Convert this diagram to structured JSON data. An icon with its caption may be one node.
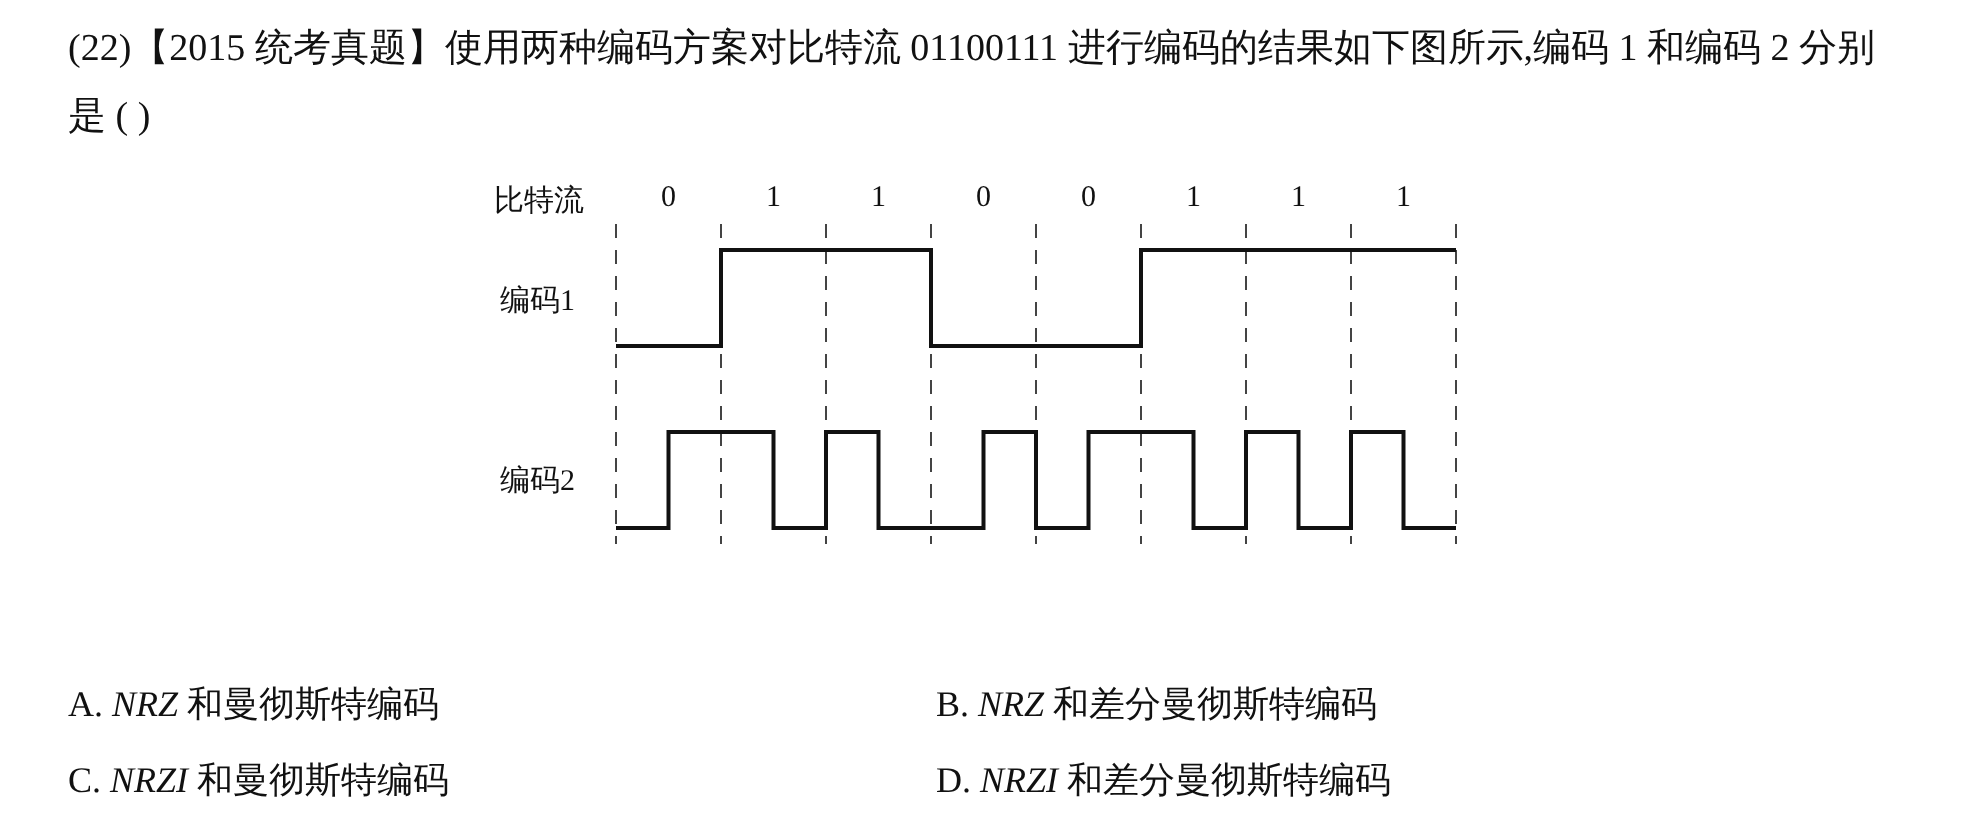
{
  "diagram": {
    "title": "(22)【2015 统考真题】使用两种编码方案对比特流 01100111 进行编码的结果如下图所示,编码 1 和编码 2 分别是 (    )",
    "labels": [
      "比特流",
      "0",
      "1",
      "1",
      "0",
      "0",
      "1",
      "1",
      "1",
      "编码1",
      "编码2",
      "A. *NRZ* 和曼彻斯特编码",
      "B. *NRZ* 和差分曼彻斯特编码",
      "C. *NRZI* 和曼彻斯特编码",
      "D. *NRZI* 和差分曼彻斯特编码"
    ]
  }
}
